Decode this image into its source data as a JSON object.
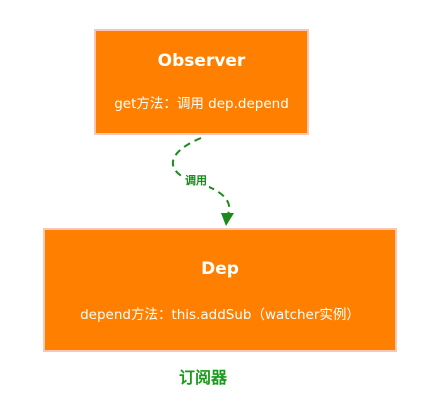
{
  "nodes": {
    "observer": {
      "title": "Observer",
      "desc": "get方法：调用 dep.depend"
    },
    "dep": {
      "title": "Dep",
      "desc": "depend方法：this.addSub（watcher实例）"
    }
  },
  "edge": {
    "label": "调用"
  },
  "caption": "订阅器",
  "colors": {
    "node_fill": "#ff8000",
    "node_border": "#f9c7b3",
    "edge": "#1a8a1a",
    "caption": "#1a9a1a"
  }
}
